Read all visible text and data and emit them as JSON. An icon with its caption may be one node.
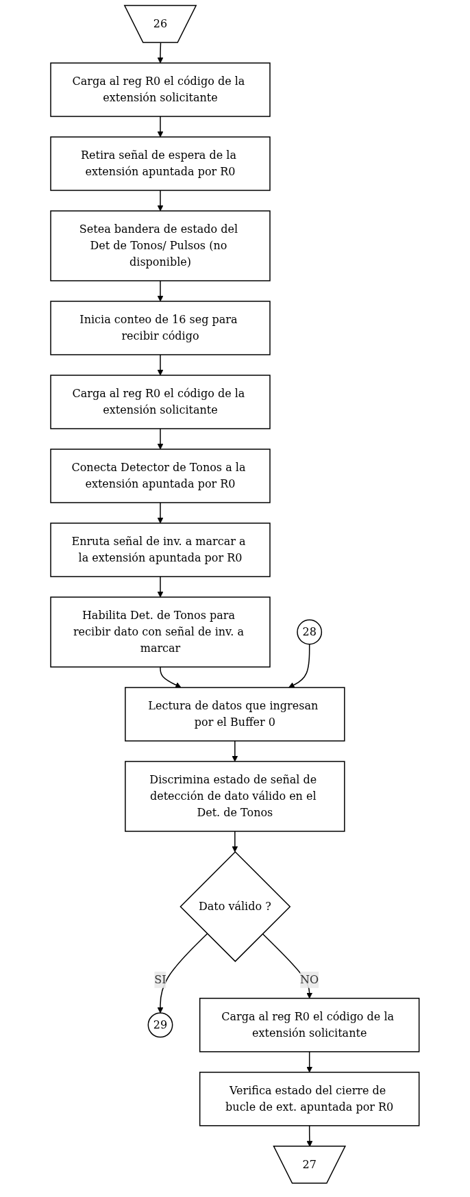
{
  "diagram": {
    "nodes": [
      {
        "text": [
          "26"
        ]
      },
      {
        "text": [
          "Carga al reg R0 el código de la extensión solicitante"
        ]
      },
      {
        "text": [
          "Retira señal de espera de la extensión apuntada por R0"
        ]
      },
      {
        "text": [
          "Setea bandera de estado del Det de Tonos/ Pulsos (no disponible)"
        ]
      },
      {
        "text": [
          "Inicia conteo de 16 seg para recibir código"
        ]
      },
      {
        "text": [
          "Carga al reg R0 el código de la extensión solicitante"
        ]
      },
      {
        "text": [
          "Conecta Detector de Tonos a la extensión apuntada por R0"
        ]
      },
      {
        "text": [
          "Enruta señal de inv. a marcar a la extensión apuntada por R0"
        ]
      },
      {
        "text": [
          "Habilita Det. de Tonos para recibir dato con señal de inv. a marcar"
        ]
      },
      {
        "text": [
          "28"
        ]
      },
      {
        "text": [
          "Lectura de datos que ingresan por el Buffer 0"
        ]
      },
      {
        "text": [
          "Discrimina estado de señal de detección de dato válido en el Det. de Tonos"
        ]
      },
      {
        "text": [
          "Dato válido ?"
        ]
      },
      {
        "text": [
          "29"
        ]
      },
      {
        "text": [
          "Carga al reg R0 el código de la extensión solicitante"
        ]
      },
      {
        "text": [
          "Verifica estado del cierre de bucle de ext. apuntada por R0"
        ]
      },
      {
        "text": [
          "27"
        ]
      }
    ],
    "edges": [
      {
        "from": 0,
        "to": 1,
        "arrow": "to"
      },
      {
        "from": 1,
        "to": 2,
        "arrow": "to"
      },
      {
        "from": 2,
        "to": 3,
        "arrow": "to"
      },
      {
        "from": 3,
        "to": 4,
        "arrow": "to"
      },
      {
        "from": 4,
        "to": 5,
        "arrow": "to"
      },
      {
        "from": 5,
        "to": 6,
        "arrow": "to"
      },
      {
        "from": 6,
        "to": 7,
        "arrow": "to"
      },
      {
        "from": 7,
        "to": 8,
        "arrow": "to"
      },
      {
        "from": 8,
        "to": 10,
        "arrow": "to"
      },
      {
        "from": 9,
        "to": 10,
        "arrow": "to"
      },
      {
        "from": 10,
        "to": 11,
        "arrow": "to"
      },
      {
        "from": 11,
        "to": 12,
        "arrow": "to"
      },
      {
        "from": 12,
        "to": 13,
        "label": "SI",
        "arrow": "to"
      },
      {
        "from": 12,
        "to": 14,
        "label": "NO",
        "arrow": "to"
      },
      {
        "from": 14,
        "to": 15,
        "arrow": "to"
      },
      {
        "from": 15,
        "to": 16,
        "arrow": "to"
      }
    ]
  }
}
